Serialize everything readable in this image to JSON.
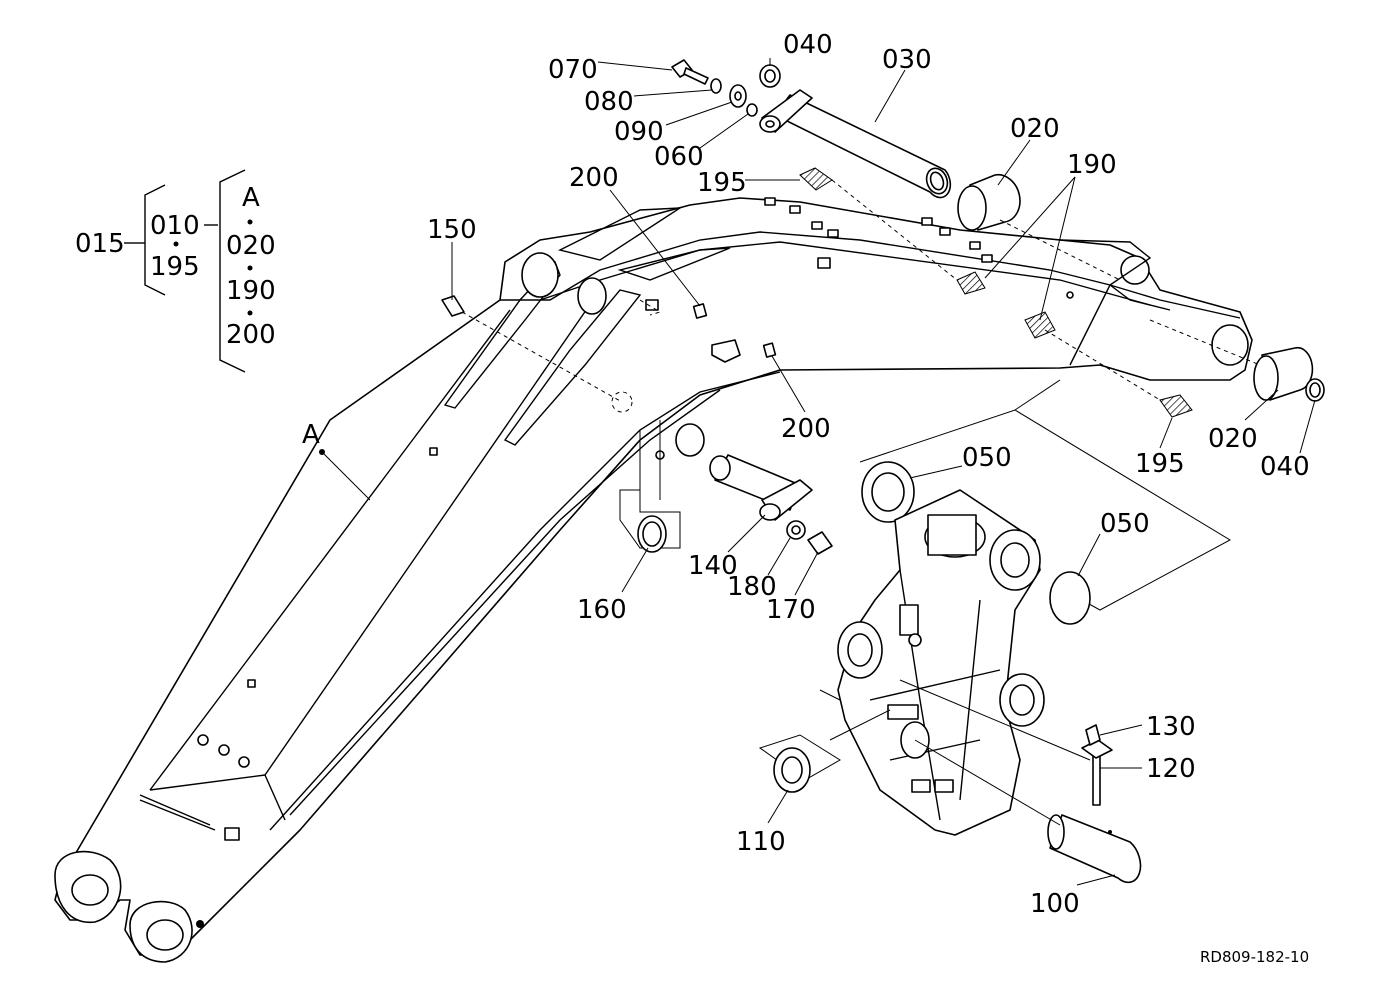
{
  "ref_code": "RD809-182-10",
  "assembly_tree": {
    "root": "015",
    "level1": [
      "010",
      "195"
    ],
    "level2": [
      "A",
      "020",
      "190",
      "200"
    ]
  },
  "callouts": [
    {
      "id": "c070",
      "label": "070"
    },
    {
      "id": "c040a",
      "label": "040"
    },
    {
      "id": "c030",
      "label": "030"
    },
    {
      "id": "c080",
      "label": "080"
    },
    {
      "id": "c090",
      "label": "090"
    },
    {
      "id": "c060",
      "label": "060"
    },
    {
      "id": "c020a",
      "label": "020"
    },
    {
      "id": "c190",
      "label": "190"
    },
    {
      "id": "c200a",
      "label": "200"
    },
    {
      "id": "c195a",
      "label": "195"
    },
    {
      "id": "c150",
      "label": "150"
    },
    {
      "id": "cA",
      "label": "A"
    },
    {
      "id": "c200b",
      "label": "200"
    },
    {
      "id": "c020b",
      "label": "020"
    },
    {
      "id": "c040b",
      "label": "040"
    },
    {
      "id": "c195b",
      "label": "195"
    },
    {
      "id": "c050a",
      "label": "050"
    },
    {
      "id": "c050b",
      "label": "050"
    },
    {
      "id": "c140",
      "label": "140"
    },
    {
      "id": "c180",
      "label": "180"
    },
    {
      "id": "c170",
      "label": "170"
    },
    {
      "id": "c160",
      "label": "160"
    },
    {
      "id": "c130",
      "label": "130"
    },
    {
      "id": "c120",
      "label": "120"
    },
    {
      "id": "c110",
      "label": "110"
    },
    {
      "id": "c100",
      "label": "100"
    }
  ]
}
